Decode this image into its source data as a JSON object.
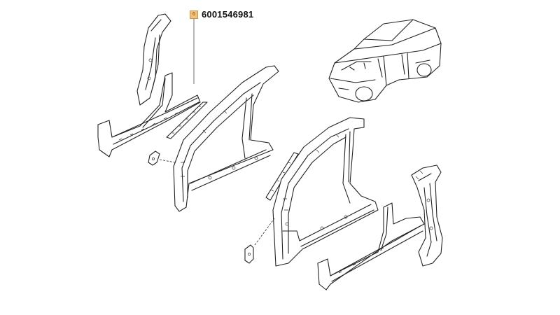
{
  "callout": {
    "index_label": "6",
    "part_number": "6001546981",
    "badge_color": "#f1c27d"
  },
  "parts": [
    {
      "name": "a-pillar-inner-upper-left",
      "icon": "pillar-panel"
    },
    {
      "name": "sill-outer-left",
      "icon": "sill-panel"
    },
    {
      "name": "door-seal-strip-left",
      "icon": "seal-strip"
    },
    {
      "name": "body-side-frame-left",
      "icon": "side-frame"
    },
    {
      "name": "clip-bracket-left",
      "icon": "clip"
    },
    {
      "name": "car-overview",
      "icon": "sedan-car"
    },
    {
      "name": "body-side-frame-right",
      "icon": "side-frame"
    },
    {
      "name": "door-seal-strip-right",
      "icon": "seal-strip"
    },
    {
      "name": "clip-bracket-right",
      "icon": "clip"
    },
    {
      "name": "sill-outer-right",
      "icon": "sill-panel"
    },
    {
      "name": "b-pillar-right",
      "icon": "pillar-panel"
    }
  ]
}
